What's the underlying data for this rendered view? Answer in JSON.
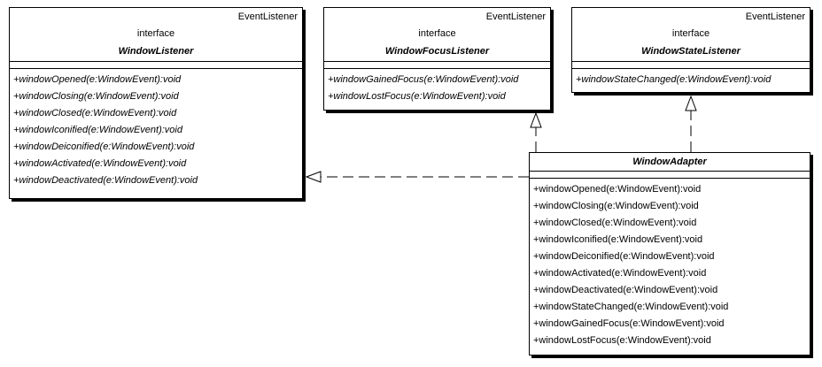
{
  "window_listener": {
    "stereotype": "EventListener",
    "kind": "interface",
    "name": "WindowListener",
    "operations": [
      "+windowOpened(e:WindowEvent):void",
      "+windowClosing(e:WindowEvent):void",
      "+windowClosed(e:WindowEvent):void",
      "+windowIconified(e:WindowEvent):void",
      "+windowDeiconified(e:WindowEvent):void",
      "+windowActivated(e:WindowEvent):void",
      "+windowDeactivated(e:WindowEvent):void"
    ]
  },
  "window_focus_listener": {
    "stereotype": "EventListener",
    "kind": "interface",
    "name": "WindowFocusListener",
    "operations": [
      "+windowGainedFocus(e:WindowEvent):void",
      "+windowLostFocus(e:WindowEvent):void"
    ]
  },
  "window_state_listener": {
    "stereotype": "EventListener",
    "kind": "interface",
    "name": "WindowStateListener",
    "operations": [
      "+windowStateChanged(e:WindowEvent):void"
    ]
  },
  "window_adapter": {
    "name": "WindowAdapter",
    "operations": [
      "+windowOpened(e:WindowEvent):void",
      "+windowClosing(e:WindowEvent):void",
      "+windowClosed(e:WindowEvent):void",
      "+windowIconified(e:WindowEvent):void",
      "+windowDeiconified(e:WindowEvent):void",
      "+windowActivated(e:WindowEvent):void",
      "+windowDeactivated(e:WindowEvent):void",
      "+windowStateChanged(e:WindowEvent):void",
      "+windowGainedFocus(e:WindowEvent):void",
      "+windowLostFocus(e:WindowEvent):void"
    ]
  }
}
